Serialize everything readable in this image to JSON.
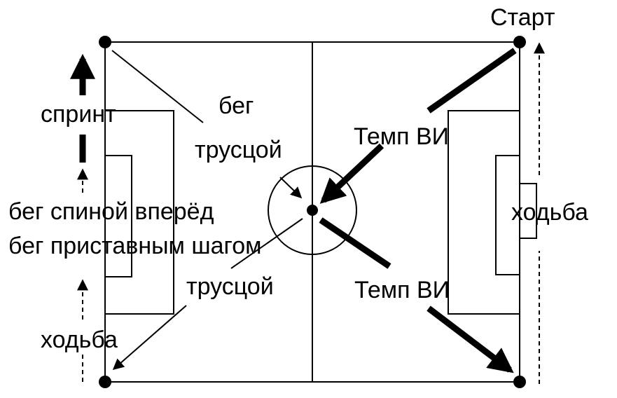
{
  "labels": {
    "start": "Старт",
    "sprint": "спринт",
    "jog_line1": "бег",
    "jog_line2": "трусцой",
    "tempo_top": "Темп ВИ",
    "backward": "бег спиной вперёд",
    "side_step": "бег приставным шагом",
    "jog_lower": "трусцой",
    "walk_right": "ходьба",
    "walk_left": "ходьба",
    "tempo_bottom": "Темп ВИ"
  }
}
